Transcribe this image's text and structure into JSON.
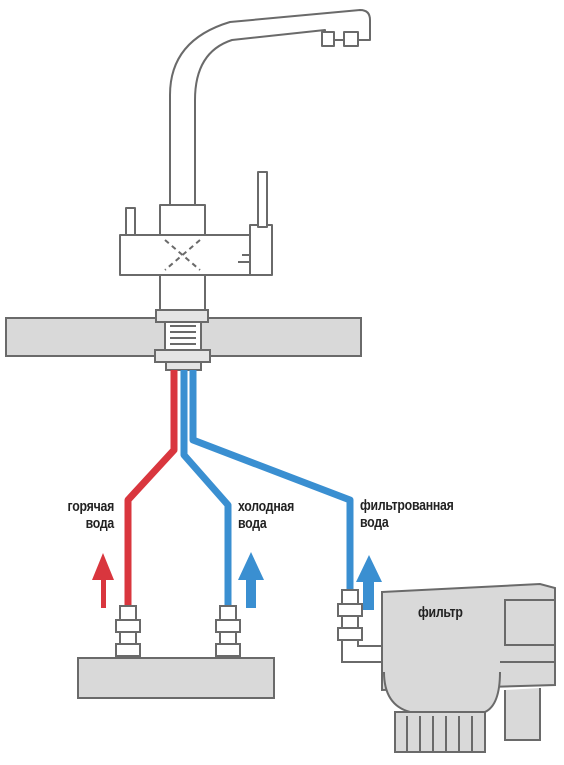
{
  "labels": {
    "hot_water": [
      "горячая",
      "вода"
    ],
    "cold_water": [
      "холодная",
      "вода"
    ],
    "filtered_water": [
      "фильтрованная",
      "вода"
    ],
    "filter": "фильтр"
  },
  "colors": {
    "hot": "#d9363e",
    "cold": "#3a8fd1",
    "outline": "#6a6a6a",
    "fill": "#d9d9d9"
  },
  "icons": [
    "faucet",
    "countertop",
    "hot-pipe",
    "cold-pipe",
    "filtered-pipe",
    "hot-arrow-up",
    "cold-arrow-up",
    "filtered-arrow-up",
    "filter-unit",
    "valve-fitting",
    "base-plate"
  ]
}
